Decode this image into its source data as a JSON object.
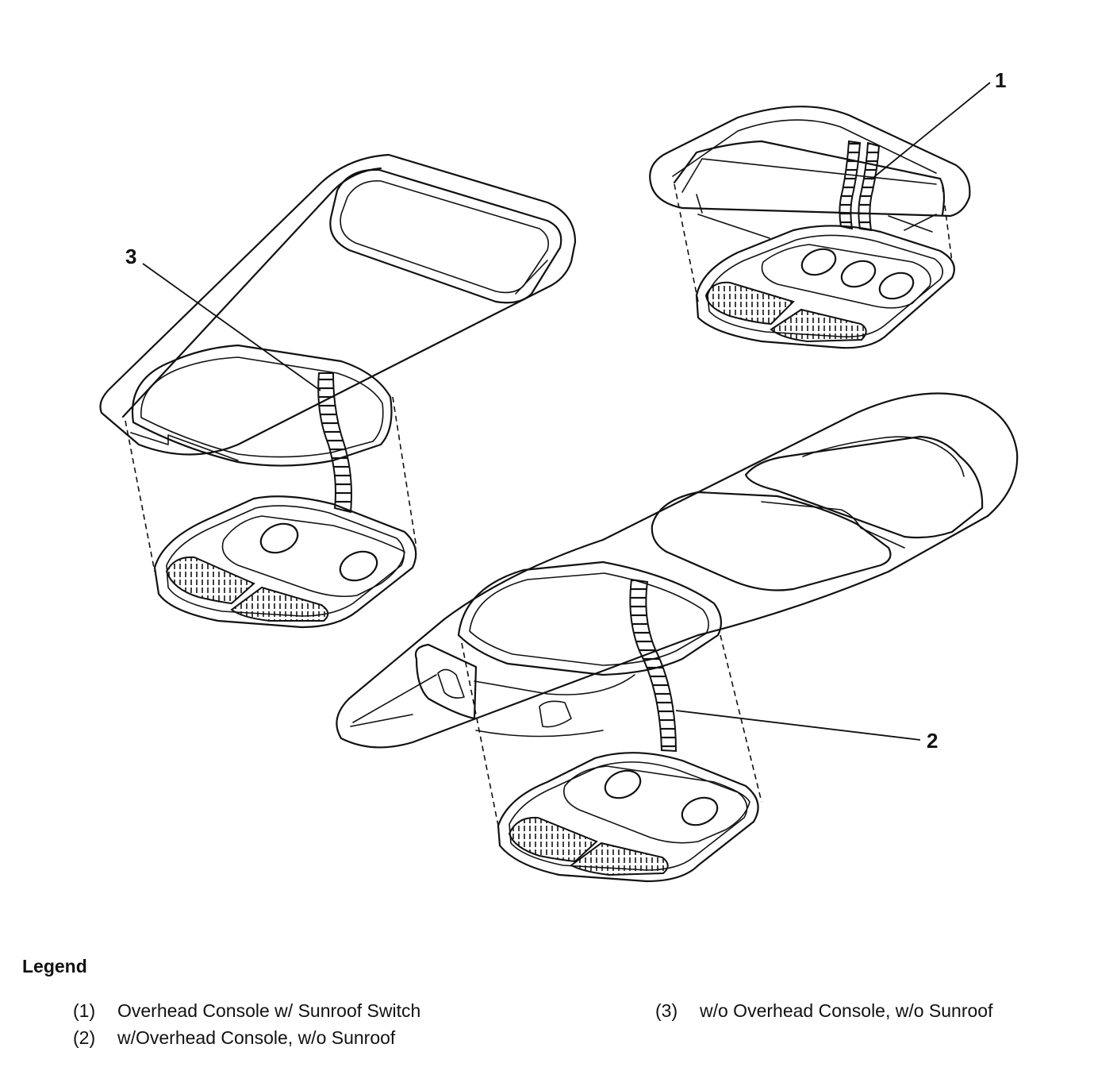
{
  "callouts": {
    "c1": "1",
    "c2": "2",
    "c3": "3"
  },
  "legend": {
    "title": "Legend",
    "items": [
      {
        "num": "(1)",
        "text": "Overhead Console w/ Sunroof Switch"
      },
      {
        "num": "(2)",
        "text": "w/Overhead Console, w/o Sunroof"
      },
      {
        "num": "(3)",
        "text": "w/o Overhead Console, w/o Sunroof"
      }
    ]
  }
}
